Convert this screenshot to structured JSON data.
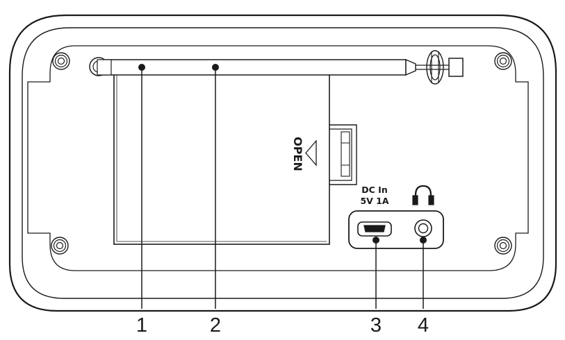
{
  "battery_cover": {
    "label": "OPEN"
  },
  "dc_input": {
    "line1": "DC In",
    "line2": "5V 1A"
  },
  "headphone_jack": {
    "icon": "headphones-icon"
  },
  "callouts": [
    {
      "number": "1"
    },
    {
      "number": "2"
    },
    {
      "number": "3"
    },
    {
      "number": "4"
    }
  ],
  "colors": {
    "line": "#1a1a1a",
    "background": "#ffffff"
  }
}
